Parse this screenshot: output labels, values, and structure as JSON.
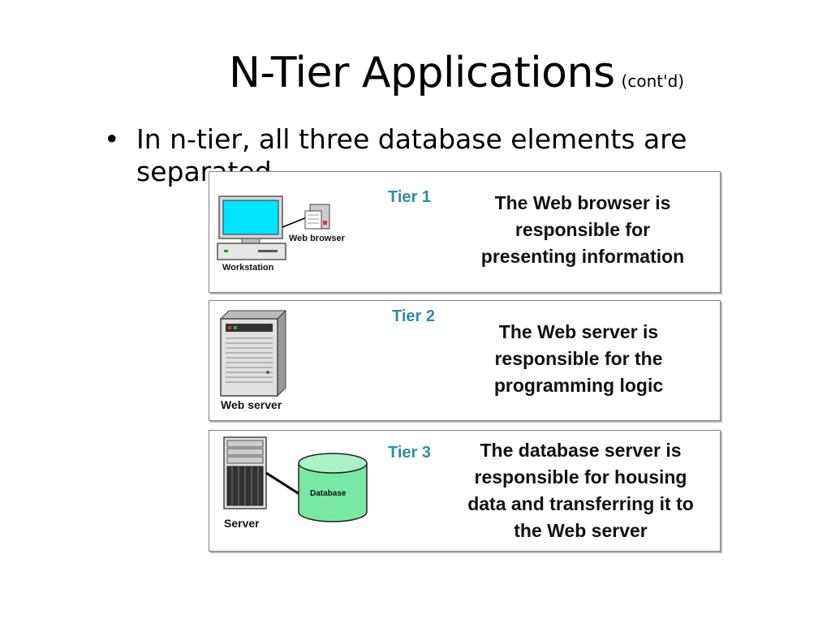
{
  "slide": {
    "title": "N-Tier Applications",
    "title_suffix": "(cont'd)",
    "bullet": "In n-tier, all three database elements are separated."
  },
  "tiers": [
    {
      "label": "Tier 1",
      "description_lines": [
        "The Web browser is",
        "responsible for",
        "presenting information"
      ],
      "captions": [
        "Workstation",
        "Web browser"
      ]
    },
    {
      "label": "Tier 2",
      "description_lines": [
        "The Web server is",
        "responsible for the",
        "programming logic"
      ],
      "captions": [
        "Web server"
      ]
    },
    {
      "label": "Tier 3",
      "description_lines": [
        "The database server is",
        "responsible for housing",
        "data and transferring it to",
        "the Web server"
      ],
      "captions": [
        "Server",
        "Database"
      ]
    }
  ],
  "colors": {
    "tier_label": "#2a8fa6",
    "monitor_screen": "#00e5ff",
    "database": "#79e8a5"
  },
  "icons": [
    "workstation-icon",
    "web-browser-icon",
    "web-server-icon",
    "server-icon",
    "database-icon"
  ]
}
